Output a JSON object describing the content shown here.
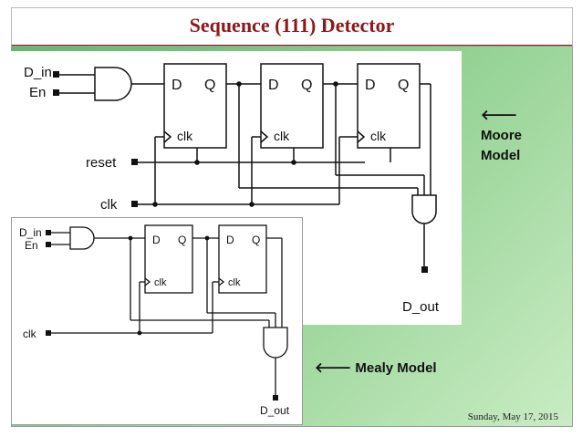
{
  "slide": {
    "title": "Sequence (111) Detector",
    "footer_date": "Sunday, May 17, 2015"
  },
  "moore": {
    "annotation_arrow": "🡐",
    "annotation_line1": "Moore",
    "annotation_line2": "Model",
    "labels": {
      "d_in": "D_in",
      "en": "En",
      "reset": "reset",
      "clk": "clk",
      "d_out": "D_out",
      "ff_d": "D",
      "ff_q": "Q",
      "ff_clk": "clk"
    }
  },
  "mealy": {
    "annotation_arrow": "🡐",
    "annotation_text": "Mealy Model",
    "labels": {
      "d_in": "D_in",
      "en": "En",
      "clk": "clk",
      "d_out": "D_out",
      "ff_d": "D",
      "ff_q": "Q",
      "ff_clk": "clk"
    }
  },
  "colors": {
    "title": "#8b1a1a",
    "background_gradient_start": "#62b86e",
    "background_gradient_end": "#c9ecc3"
  }
}
